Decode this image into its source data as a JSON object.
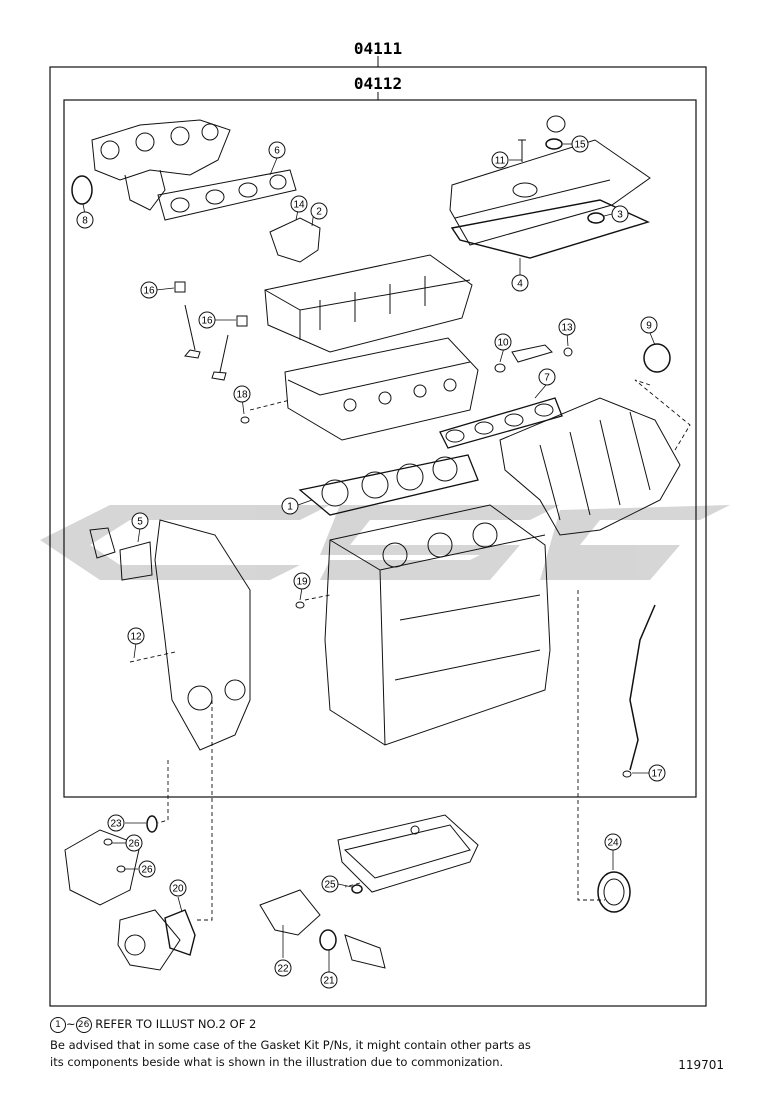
{
  "diagram": {
    "outer_code": "04111",
    "inner_code": "04112",
    "callouts": [
      {
        "id": "c1",
        "num": "1"
      },
      {
        "id": "c2",
        "num": "2"
      },
      {
        "id": "c3",
        "num": "3"
      },
      {
        "id": "c4",
        "num": "4"
      },
      {
        "id": "c5",
        "num": "5"
      },
      {
        "id": "c6",
        "num": "6"
      },
      {
        "id": "c7",
        "num": "7"
      },
      {
        "id": "c8",
        "num": "8"
      },
      {
        "id": "c9",
        "num": "9"
      },
      {
        "id": "c10",
        "num": "10"
      },
      {
        "id": "c11",
        "num": "11"
      },
      {
        "id": "c12",
        "num": "12"
      },
      {
        "id": "c13",
        "num": "13"
      },
      {
        "id": "c14",
        "num": "14"
      },
      {
        "id": "c15",
        "num": "15"
      },
      {
        "id": "c16a",
        "num": "16"
      },
      {
        "id": "c16b",
        "num": "16"
      },
      {
        "id": "c17",
        "num": "17"
      },
      {
        "id": "c18",
        "num": "18"
      },
      {
        "id": "c19",
        "num": "19"
      },
      {
        "id": "c20",
        "num": "20"
      },
      {
        "id": "c21",
        "num": "21"
      },
      {
        "id": "c22",
        "num": "22"
      },
      {
        "id": "c23",
        "num": "23"
      },
      {
        "id": "c24",
        "num": "24"
      },
      {
        "id": "c25",
        "num": "25"
      },
      {
        "id": "c26a",
        "num": "26"
      },
      {
        "id": "c26b",
        "num": "26"
      }
    ]
  },
  "notes": {
    "range_start": "1",
    "range_sep": "~",
    "range_end": "26",
    "range_text": " REFER TO ILLUST NO.2 OF 2",
    "line2": "Be advised that in some case of the Gasket Kit P/Ns,  it might contain other parts as",
    "line3": "its components beside what is shown in the illustration due to commonization."
  },
  "figure_number": "119701"
}
